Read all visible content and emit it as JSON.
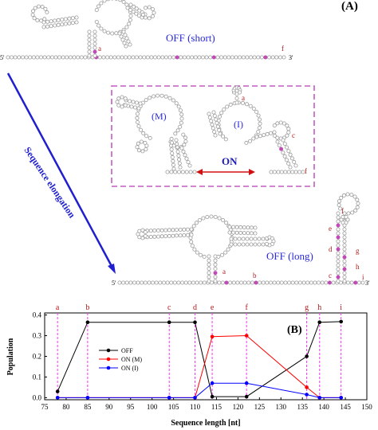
{
  "panel_a": {
    "label": "(A)",
    "off_short_label": "OFF (short)",
    "off_long_label": "OFF (long)",
    "ends": {
      "five": "5'",
      "three": "3'"
    },
    "arrow_text": "Sequence elongation",
    "inset": {
      "m_label": "(M)",
      "i_label": "(I)",
      "on_label": "ON"
    },
    "site_letters": [
      "a",
      "b",
      "c",
      "d",
      "e",
      "f",
      "g",
      "h",
      "i"
    ],
    "colors": {
      "nucleotide": "#9a9a9a",
      "highlight": "#c04bb5",
      "site_letter": "#b01a1a",
      "label_blue": "#2a2ad8",
      "arrow_blue": "#1f1fcf",
      "on_red": "#d01010",
      "inset_border": "#c45bc2"
    }
  },
  "panel_b": {
    "label": "(B)"
  },
  "chart_data": {
    "type": "line",
    "xlabel": "Sequence length [nt]",
    "ylabel": "Population",
    "xlim": [
      75,
      150
    ],
    "ylim": [
      -0.01,
      0.41
    ],
    "xticks": [
      75,
      80,
      85,
      90,
      95,
      100,
      105,
      110,
      115,
      120,
      125,
      130,
      135,
      140,
      145,
      150
    ],
    "yticks": [
      0.0,
      0.1,
      0.2,
      0.3,
      0.4
    ],
    "markers": [
      {
        "letter": "a",
        "x": 78
      },
      {
        "letter": "b",
        "x": 85
      },
      {
        "letter": "c",
        "x": 104
      },
      {
        "letter": "d",
        "x": 110
      },
      {
        "letter": "e",
        "x": 114
      },
      {
        "letter": "f",
        "x": 122
      },
      {
        "letter": "g",
        "x": 136
      },
      {
        "letter": "h",
        "x": 139
      },
      {
        "letter": "i",
        "x": 144
      }
    ],
    "legend_position": "center",
    "series": [
      {
        "name": "OFF",
        "color": "#000000",
        "x": [
          78,
          85,
          104,
          110,
          114,
          122,
          136,
          139,
          144
        ],
        "y": [
          0.03,
          0.365,
          0.365,
          0.365,
          0.005,
          0.005,
          0.2,
          0.365,
          0.368
        ]
      },
      {
        "name": "ON (M)",
        "color": "#ff0000",
        "x": [
          78,
          85,
          104,
          110,
          114,
          122,
          136,
          139,
          144
        ],
        "y": [
          0.0,
          0.0,
          0.0,
          0.0,
          0.295,
          0.3,
          0.05,
          0.0,
          0.0
        ]
      },
      {
        "name": "ON (I)",
        "color": "#0000ff",
        "x": [
          78,
          85,
          104,
          110,
          114,
          122,
          136,
          139,
          144
        ],
        "y": [
          0.0,
          0.0,
          0.0,
          0.0,
          0.07,
          0.07,
          0.015,
          0.0,
          0.0
        ]
      }
    ]
  }
}
